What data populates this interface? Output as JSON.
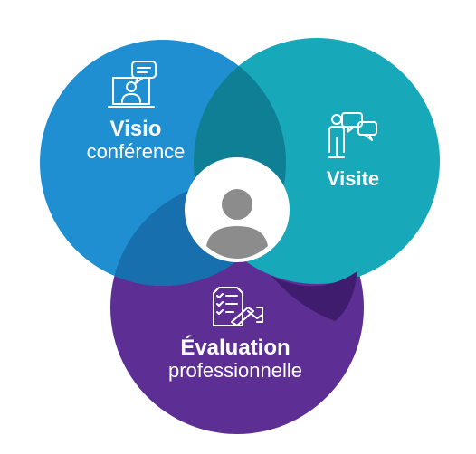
{
  "colors": {
    "visio": "#1f8fd2",
    "visio_shadow": "#176fad",
    "visite": "#17a8b9",
    "visite_shadow": "#0f7f95",
    "evaluation": "#5d2e93",
    "evaluation_shadow": "#3f1c6e",
    "center_ring": "#ffffff",
    "avatar": "#8c8c8c"
  },
  "sections": {
    "visio": {
      "title": "Visio",
      "subtitle": "conférence",
      "icon": "video-conference-icon"
    },
    "visite": {
      "title": "Visite",
      "icon": "meeting-conversation-icon"
    },
    "evaluation": {
      "title": "Évaluation",
      "subtitle": "professionnelle",
      "icon": "checklist-signature-icon"
    }
  },
  "center": {
    "icon": "user-avatar-icon"
  }
}
